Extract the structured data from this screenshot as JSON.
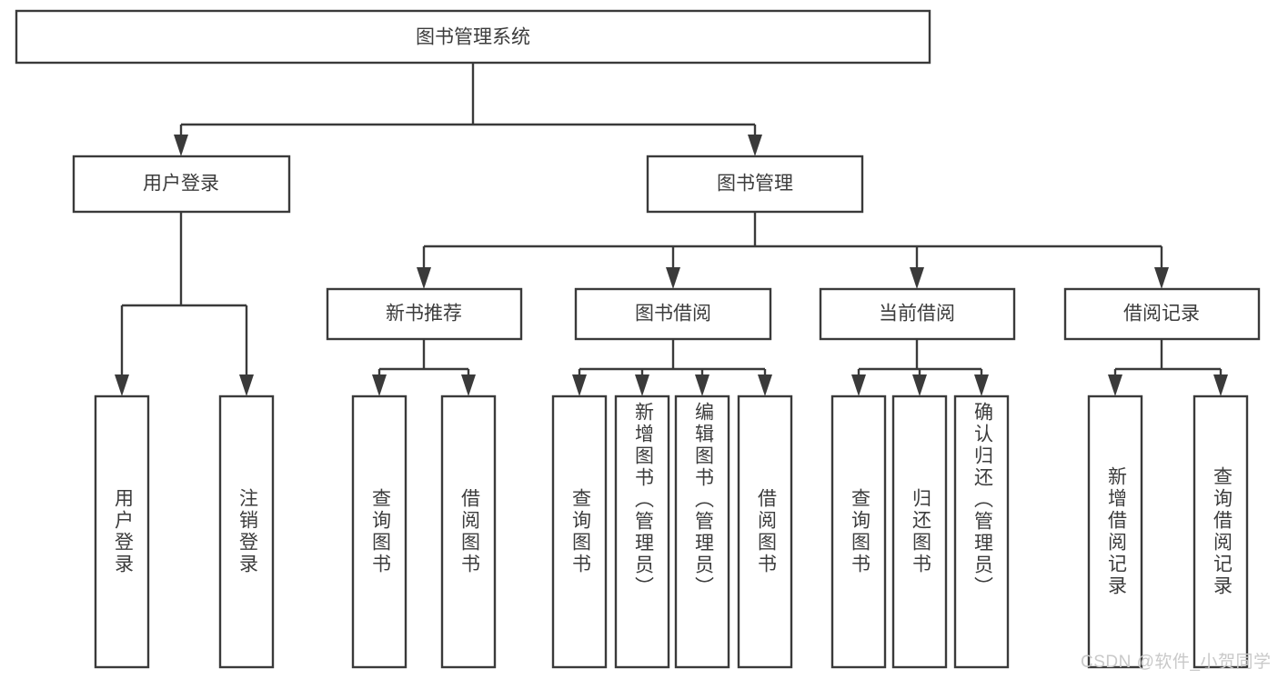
{
  "diagram": {
    "type": "tree",
    "title": "图书管理系统",
    "orientation": "top-down",
    "colors": {
      "background": "#ffffff",
      "box_fill": "#ffffff",
      "box_stroke": "#3a3a3a",
      "text": "#3c3c3c",
      "watermark": "#c9c9c9"
    },
    "nodes": {
      "root": {
        "label": "图书管理系统"
      },
      "level2": [
        {
          "label": "用户登录"
        },
        {
          "label": "图书管理"
        }
      ],
      "level3": [
        {
          "label": "新书推荐"
        },
        {
          "label": "图书借阅"
        },
        {
          "label": "当前借阅"
        },
        {
          "label": "借阅记录"
        }
      ],
      "leaves": {
        "user_login": [
          {
            "label": "用户登录"
          },
          {
            "label": "注销登录"
          }
        ],
        "new_book": [
          {
            "label": "查询图书"
          },
          {
            "label": "借阅图书"
          }
        ],
        "book_borrow": [
          {
            "label": "查询图书"
          },
          {
            "label": "新增图书（管理员）"
          },
          {
            "label": "编辑图书（管理员）"
          },
          {
            "label": "借阅图书"
          }
        ],
        "current_borrow": [
          {
            "label": "查询图书"
          },
          {
            "label": "归还图书"
          },
          {
            "label": "确认归还（管理员）"
          }
        ],
        "borrow_record": [
          {
            "label": "新增借阅记录"
          },
          {
            "label": "查询借阅记录"
          }
        ]
      }
    }
  },
  "watermark": {
    "text": "CSDN @软件_小贺同学"
  }
}
